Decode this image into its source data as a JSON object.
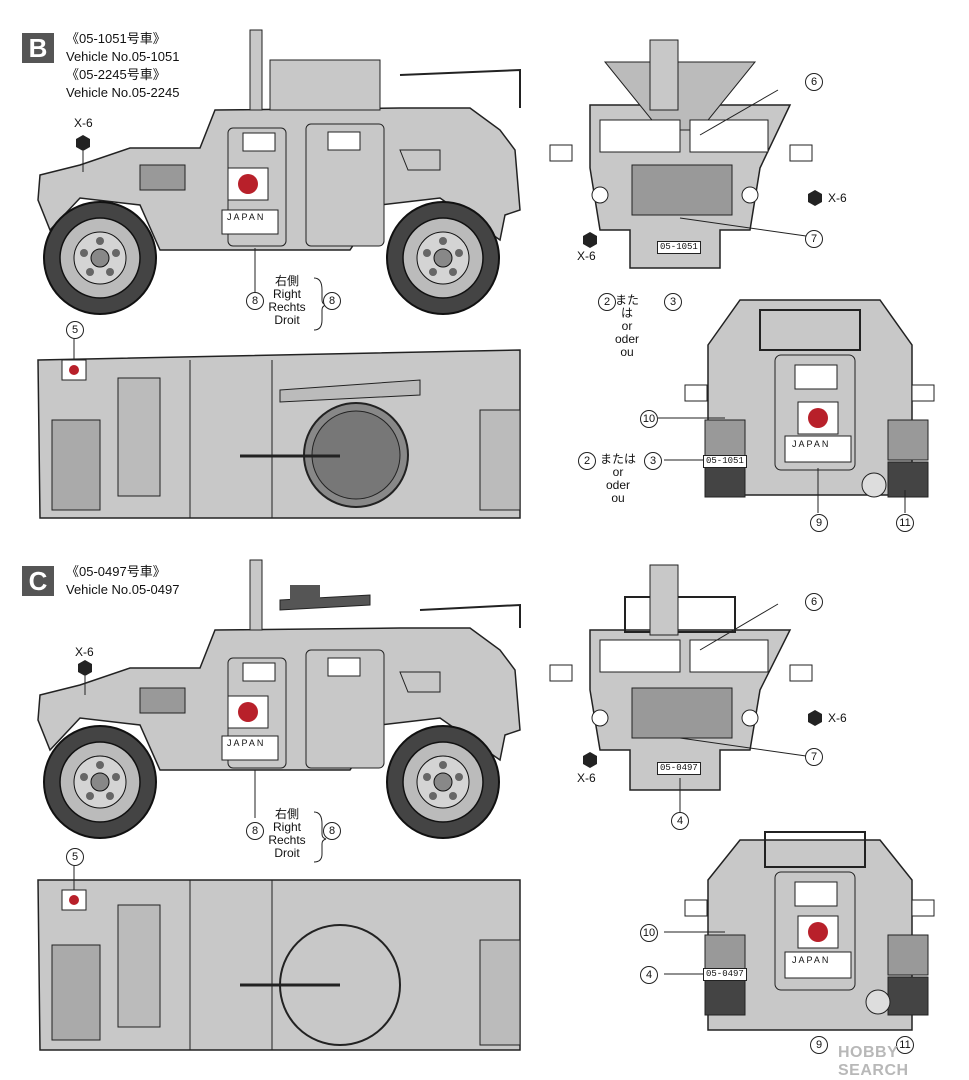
{
  "sections": [
    {
      "id": "B",
      "header_lines": [
        "《05-1051号車》",
        "Vehicle No.05-1051",
        "《05-2245号車》",
        "Vehicle No.05-2245"
      ],
      "side_note": [
        "右側",
        "Right",
        "Rechts",
        "Droit"
      ],
      "front_plate": "05-1051",
      "rear_plate": "05-1051",
      "or_text": [
        "または",
        "or",
        "oder",
        "ou"
      ]
    },
    {
      "id": "C",
      "header_lines": [
        "《05-0497号車》",
        "Vehicle No.05-0497"
      ],
      "side_note": [
        "右側",
        "Right",
        "Rechts",
        "Droit"
      ],
      "front_plate": "05-0497",
      "rear_plate": "05-0497"
    }
  ],
  "decal_numbers": {
    "n2": "2",
    "n3": "3",
    "n4": "4",
    "n5": "5",
    "n6": "6",
    "n7": "7",
    "n8": "8",
    "n9": "9",
    "n10": "10",
    "n11": "11"
  },
  "paint_code": "X-6",
  "japan_text": "JAPAN",
  "watermark": "HOBBY SEARCH",
  "colors": {
    "body_gray": "#c8c8c8",
    "line": "#222222",
    "badge": "#555555",
    "roundel_red": "#b8202a"
  }
}
